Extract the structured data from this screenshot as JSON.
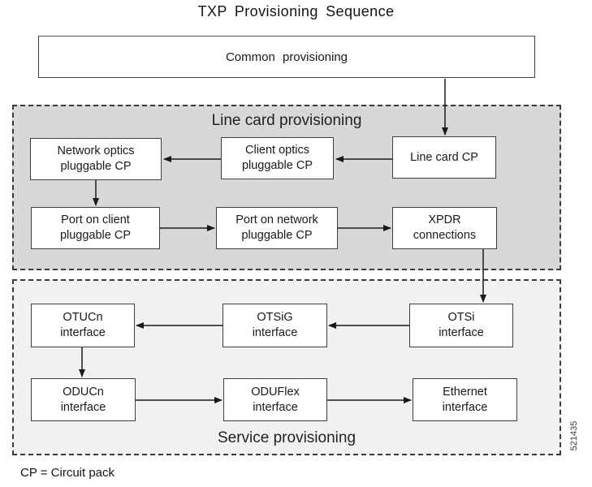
{
  "page": {
    "title": "TXP Provisioning Sequence",
    "footnote": "CP = Circuit pack",
    "figure_number": "521435"
  },
  "colors": {
    "line_card_section_fill": "#d8d8d8",
    "service_section_fill": "#f1f1f1",
    "box_border": "#3f3f3f",
    "arrow": "#1a1a1a"
  },
  "diagram": {
    "common_box": {
      "label": "Common provisioning"
    },
    "sections": {
      "line_card": {
        "label": "Line card provisioning"
      },
      "service": {
        "label": "Service provisioning"
      }
    },
    "nodes": {
      "network_optics": {
        "lines": [
          "Network optics",
          "pluggable CP"
        ]
      },
      "client_optics": {
        "lines": [
          "Client optics",
          "pluggable CP"
        ]
      },
      "line_card_cp": {
        "lines": [
          "Line card CP"
        ]
      },
      "port_on_client": {
        "lines": [
          "Port on client",
          "pluggable CP"
        ]
      },
      "port_on_network": {
        "lines": [
          "Port on network",
          "pluggable CP"
        ]
      },
      "xpdr_connections": {
        "lines": [
          "XPDR",
          "connections"
        ]
      },
      "otucn": {
        "lines": [
          "OTUCn",
          "interface"
        ]
      },
      "otsig": {
        "lines": [
          "OTSiG",
          "interface"
        ]
      },
      "otsi": {
        "lines": [
          "OTSi",
          "interface"
        ]
      },
      "oducn": {
        "lines": [
          "ODUCn",
          "interface"
        ]
      },
      "oduflex": {
        "lines": [
          "ODUFlex",
          "interface"
        ]
      },
      "ethernet": {
        "lines": [
          "Ethernet",
          "interface"
        ]
      }
    },
    "edges": [
      {
        "from": "common_provisioning",
        "to": "line_card_cp"
      },
      {
        "from": "line_card_cp",
        "to": "client_optics"
      },
      {
        "from": "client_optics",
        "to": "network_optics"
      },
      {
        "from": "network_optics",
        "to": "port_on_client"
      },
      {
        "from": "port_on_client",
        "to": "port_on_network"
      },
      {
        "from": "port_on_network",
        "to": "xpdr_connections"
      },
      {
        "from": "xpdr_connections",
        "to": "otsi"
      },
      {
        "from": "otsi",
        "to": "otsig"
      },
      {
        "from": "otsig",
        "to": "otucn"
      },
      {
        "from": "otucn",
        "to": "oducn"
      },
      {
        "from": "oducn",
        "to": "oduflex"
      },
      {
        "from": "oduflex",
        "to": "ethernet"
      }
    ]
  }
}
